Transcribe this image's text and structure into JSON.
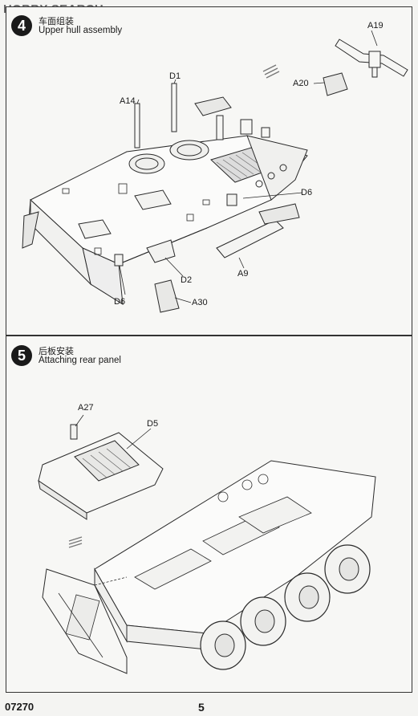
{
  "watermark": "HOBBY SEARCH",
  "step4": {
    "number": "4",
    "title_cn": "车面组装",
    "title_en": "Upper hull assembly",
    "labels": {
      "a19": "A19",
      "a20": "A20",
      "a14": "A14",
      "d1": "D1",
      "d6_right": "D6",
      "a9": "A9",
      "d2": "D2",
      "d6_left": "D6",
      "a30": "A30"
    }
  },
  "step5": {
    "number": "5",
    "title_cn": "后板安装",
    "title_en": "Attaching rear panel",
    "labels": {
      "a27": "A27",
      "d5": "D5"
    }
  },
  "footer": {
    "code": "07270",
    "page": "5"
  }
}
